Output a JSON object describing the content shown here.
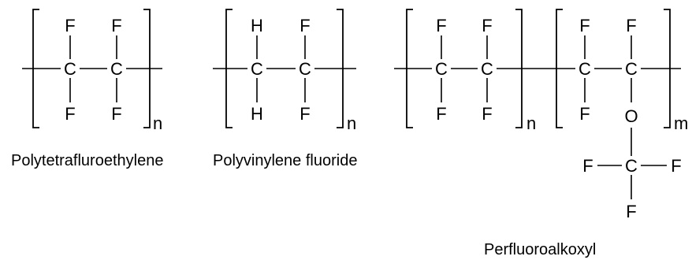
{
  "structures": [
    {
      "name": "Polytetrafluroethylene",
      "repeat_units": [
        {
          "subscript": "n",
          "backbone": [
            {
              "center": "C",
              "top": "F",
              "bottom": "F"
            },
            {
              "center": "C",
              "top": "F",
              "bottom": "F"
            }
          ]
        }
      ]
    },
    {
      "name": "Polyvinylene fluoride",
      "repeat_units": [
        {
          "subscript": "n",
          "backbone": [
            {
              "center": "C",
              "top": "H",
              "bottom": "H"
            },
            {
              "center": "C",
              "top": "F",
              "bottom": "F"
            }
          ]
        }
      ]
    },
    {
      "name": "Perfluoroalkoxyl",
      "repeat_units": [
        {
          "subscript": "n",
          "backbone": [
            {
              "center": "C",
              "top": "F",
              "bottom": "F"
            },
            {
              "center": "C",
              "top": "F",
              "bottom": "F"
            }
          ]
        },
        {
          "subscript": "m",
          "backbone": [
            {
              "center": "C",
              "top": "F",
              "bottom": "F"
            },
            {
              "center": "C",
              "top": "F",
              "bottom": "O"
            }
          ]
        }
      ],
      "side_group": {
        "center": "C",
        "left": "F",
        "right": "F",
        "bottom": "F"
      }
    }
  ]
}
